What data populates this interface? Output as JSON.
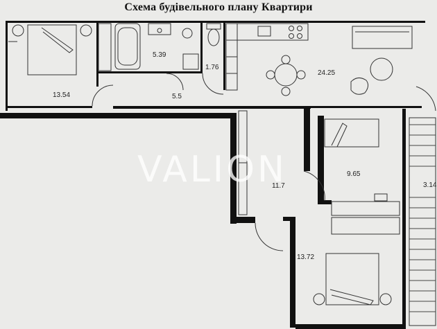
{
  "title": "Схема будівельного плану Квартири",
  "watermark": "VALION",
  "rooms": [
    {
      "label": "13.54"
    },
    {
      "label": "5.39"
    },
    {
      "label": "1.76"
    },
    {
      "label": "24.25"
    },
    {
      "label": "5.5"
    },
    {
      "label": "9.65"
    },
    {
      "label": "11.7"
    },
    {
      "label": "3.14"
    },
    {
      "label": "13.72"
    }
  ],
  "icons": [
    "bed-icon",
    "bathtub-icon",
    "sink-icon",
    "toilet-icon",
    "stove-icon",
    "sofa-icon",
    "dining-table-icon",
    "armchair-icon",
    "wardrobe-icon"
  ],
  "colors": {
    "background": "#ebebe9",
    "wall": "#111111",
    "line": "#333333"
  }
}
